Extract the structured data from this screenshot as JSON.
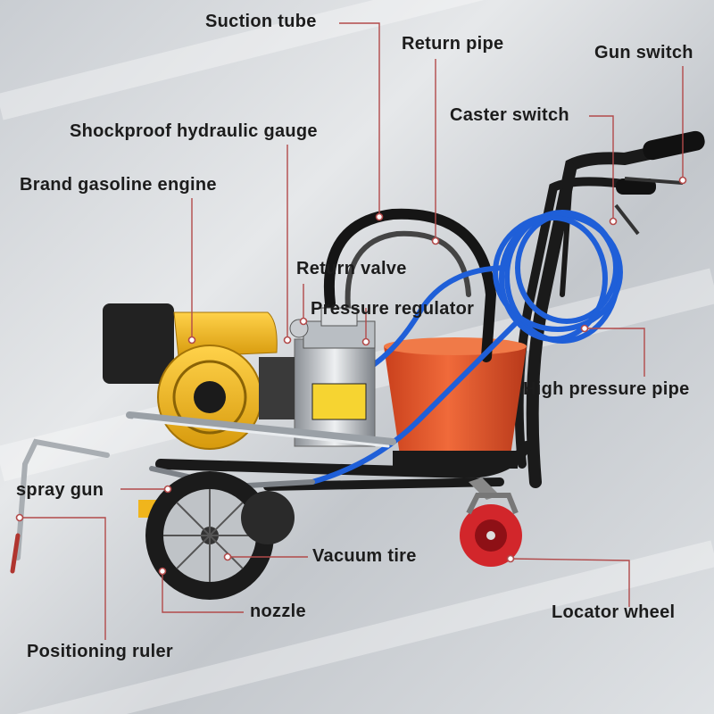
{
  "diagram": {
    "title": "",
    "background_color": "#d5d8db",
    "leader_color": "#b24a4a",
    "labels": {
      "suction_tube": "Suction tube",
      "return_pipe": "Return pipe",
      "gun_switch": "Gun switch",
      "caster_switch": "Caster switch",
      "shockproof_hydraulic_gauge": "Shockproof hydraulic gauge",
      "brand_gasoline_engine": "Brand gasoline engine",
      "return_valve": "Return valve",
      "pressure_regulator": "Pressure regulator",
      "high_pressure_pipe": "High pressure pipe",
      "spray_gun": "spray gun",
      "vacuum_tire": "Vacuum tire",
      "nozzle": "nozzle",
      "locator_wheel": "Locator wheel",
      "positioning_ruler": "Positioning ruler"
    },
    "colors": {
      "engine_yellow": "#f0b51c",
      "engine_black": "#222222",
      "bucket_orange": "#e2552a",
      "hose_blue": "#1f5fd8",
      "frame_black": "#1a1a1a",
      "caster_red": "#d2262b"
    }
  }
}
